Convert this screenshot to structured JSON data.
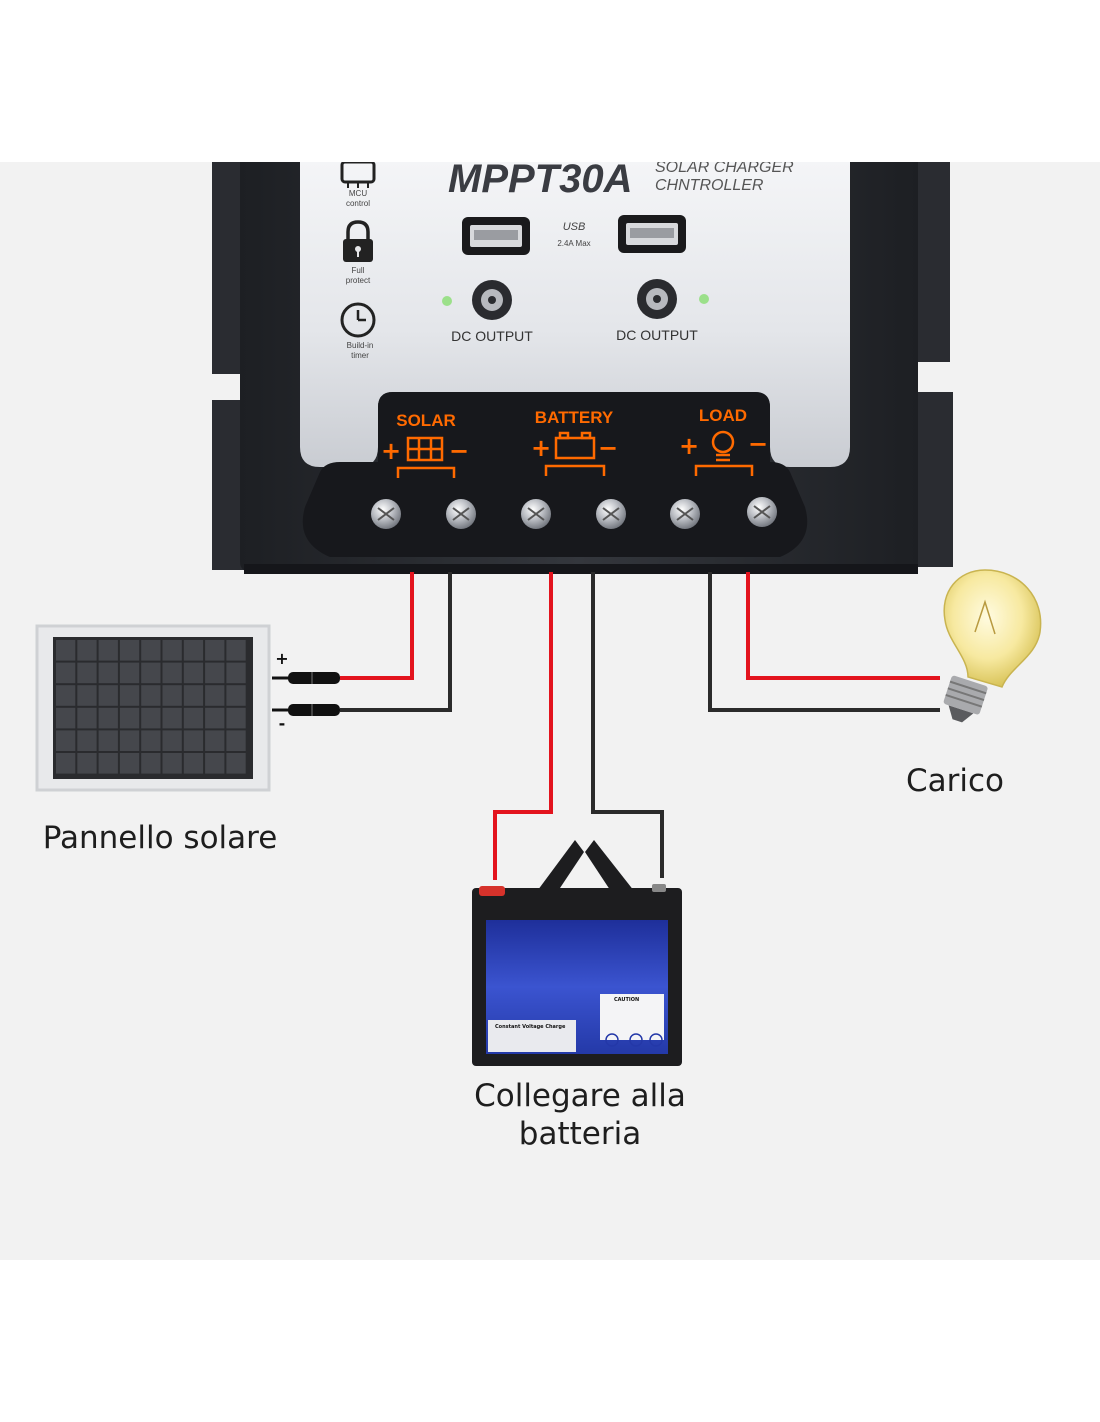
{
  "controller": {
    "model": "MPPT30A",
    "subtitle_line1": "SOLAR CHARGER",
    "subtitle_line2": "CHNTROLLER",
    "features": [
      {
        "icon": "chip-icon",
        "line1": "MCU",
        "line2": "control"
      },
      {
        "icon": "lock-icon",
        "line1": "Full",
        "line2": "protect"
      },
      {
        "icon": "clock-icon",
        "line1": "Build-in",
        "line2": "timer"
      }
    ],
    "usb_label": "USB",
    "usb_rating": "2.4A Max",
    "dc_output_left": "DC OUTPUT",
    "dc_output_right": "DC OUTPUT",
    "terminals": {
      "solar": "SOLAR",
      "battery": "BATTERY",
      "load": "LOAD",
      "plus": "+",
      "minus": "−"
    }
  },
  "panel": {
    "plus_sign": "+",
    "minus_sign": "-"
  },
  "battery_label": {
    "caution": "CAUTION",
    "charge_title": "Constant Voltage Charge"
  },
  "captions": {
    "solar_panel": "Pannello solare",
    "load": "Carico",
    "battery_line1": "Collegare alla",
    "battery_line2": "batteria"
  },
  "colors": {
    "background": "#f2f2f2",
    "positive_wire": "#e3141e",
    "negative_wire": "#2b2b2b",
    "terminal_accent": "#ff6a00",
    "controller_body": "#2c2e33",
    "battery_label": "#2438a8"
  }
}
